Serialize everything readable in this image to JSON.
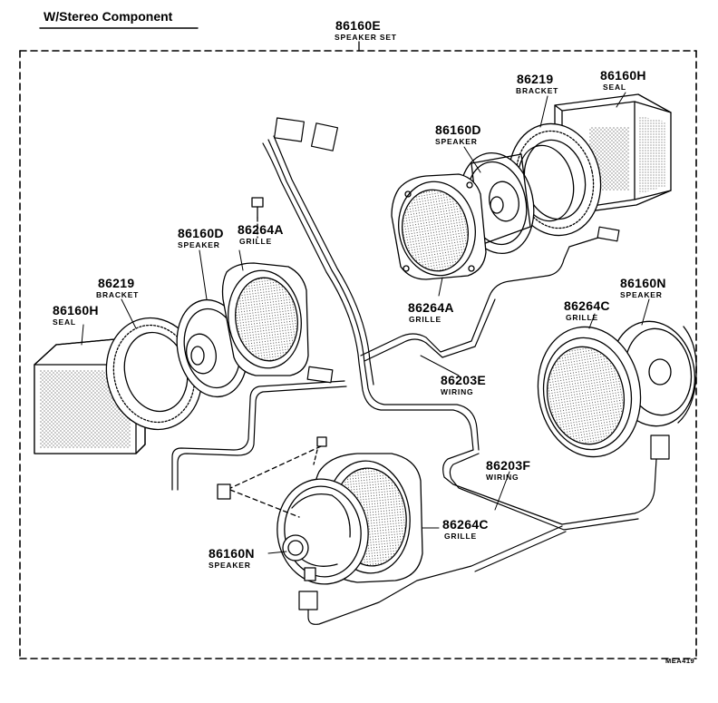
{
  "header": {
    "title": "W/Stereo Component"
  },
  "footer": {
    "code": "MEA419"
  },
  "parts": {
    "speaker_set": {
      "number": "86160E",
      "name": "SPEAKER SET"
    },
    "seal_right": {
      "number": "86160H",
      "name": "SEAL"
    },
    "bracket_right": {
      "number": "86219",
      "name": "BRACKET"
    },
    "speaker_d_right": {
      "number": "86160D",
      "name": "SPEAKER"
    },
    "grille_a_right": {
      "number": "86264A",
      "name": "GRILLE"
    },
    "speaker_d_left": {
      "number": "86160D",
      "name": "SPEAKER"
    },
    "grille_a_left": {
      "number": "86264A",
      "name": "GRILLE"
    },
    "bracket_left": {
      "number": "86219",
      "name": "BRACKET"
    },
    "seal_left": {
      "number": "86160H",
      "name": "SEAL"
    },
    "wiring_e": {
      "number": "86203E",
      "name": "WIRING"
    },
    "speaker_n_right": {
      "number": "86160N",
      "name": "SPEAKER"
    },
    "grille_c_right": {
      "number": "86264C",
      "name": "GRILLE"
    },
    "wiring_f": {
      "number": "86203F",
      "name": "WIRING"
    },
    "grille_c_bottom": {
      "number": "86264C",
      "name": "GRILLE"
    },
    "speaker_n_bottom": {
      "number": "86160N",
      "name": "SPEAKER"
    }
  }
}
